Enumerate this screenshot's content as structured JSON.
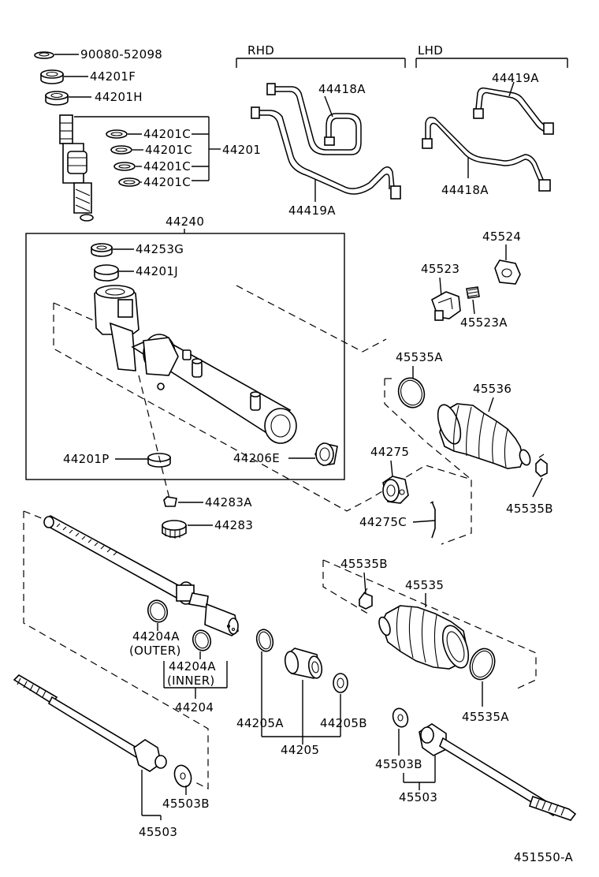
{
  "diagram": {
    "headers": {
      "rhd": "RHD",
      "lhd": "LHD"
    },
    "labels": {
      "p90080_52098": "90080-52098",
      "p44201F": "44201F",
      "p44201H": "44201H",
      "p44201C_1": "44201C",
      "p44201C_2": "44201C",
      "p44201C_3": "44201C",
      "p44201C_4": "44201C",
      "p44201": "44201",
      "p44418A_rhd": "44418A",
      "p44419A_rhd": "44419A",
      "p44419A_lhd": "44419A",
      "p44418A_lhd": "44418A",
      "p44240": "44240",
      "p44253G": "44253G",
      "p44201J": "44201J",
      "p44201P": "44201P",
      "p44206E": "44206E",
      "p45524": "45524",
      "p45523": "45523",
      "p45523A": "45523A",
      "p45535A_top": "45535A",
      "p45536": "45536",
      "p44275": "44275",
      "p45535B_top": "45535B",
      "p44275C": "44275C",
      "p44283A": "44283A",
      "p44283": "44283",
      "p44204A_outer": "44204A",
      "p44204A_outer_note": "(OUTER)",
      "p44204A_inner": "44204A",
      "p44204A_inner_note": "(INNER)",
      "p44204": "44204",
      "p44205A": "44205A",
      "p44205B": "44205B",
      "p44205": "44205",
      "p45535B_mid": "45535B",
      "p45535": "45535",
      "p45535A_mid": "45535A",
      "p45503B_right": "45503B",
      "p45503_right": "45503",
      "p45503B_left": "45503B",
      "p45503_left": "45503",
      "figure_code": "451550-A"
    }
  }
}
